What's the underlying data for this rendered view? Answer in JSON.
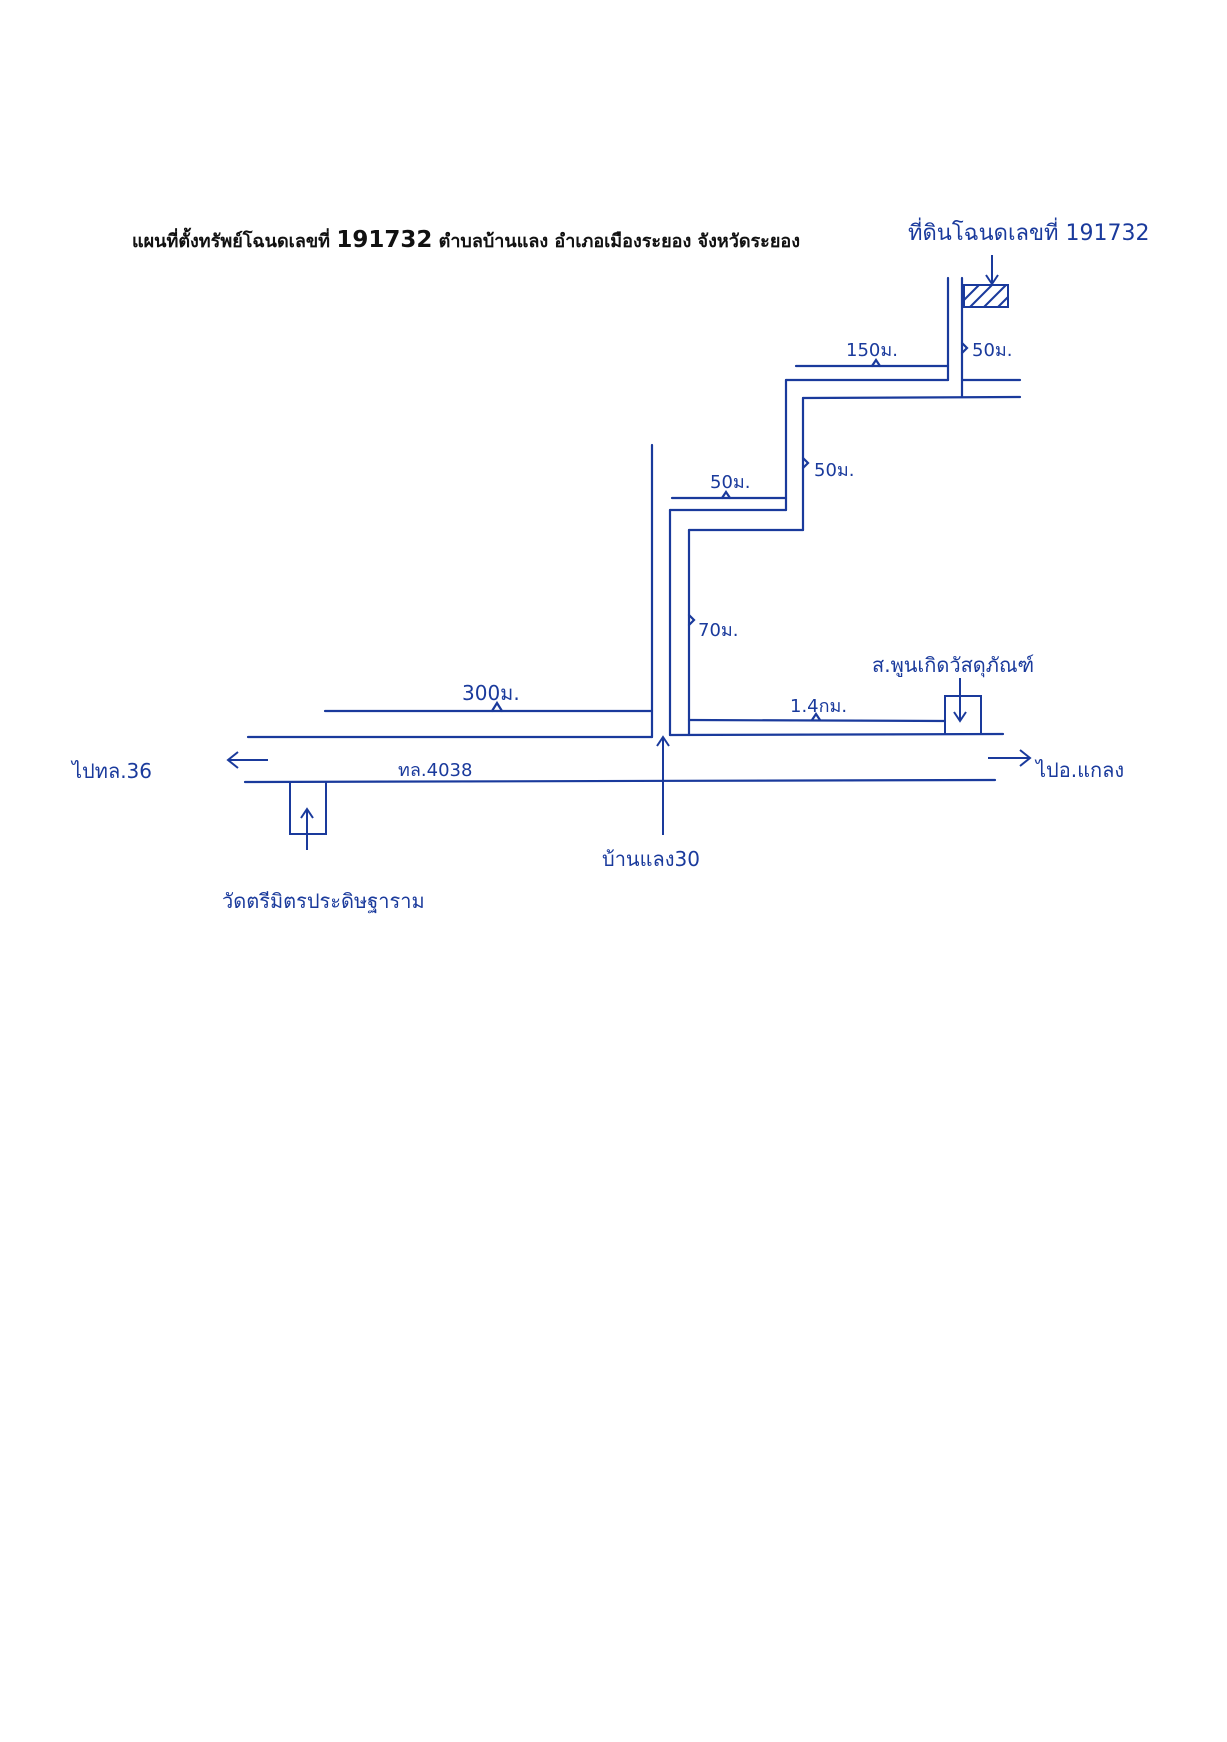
{
  "title": {
    "prefix": "แผนที่ตั้งทรัพย์โฉนดเลขที่",
    "deed_number": "191732",
    "suffix": "ตำบลบ้านแลง อำเภอเมืองระยอง จังหวัดระยอง"
  },
  "annotations": {
    "property_label": "ที่ดินโฉนดเลขที่ 191732",
    "seg_150": "150ม.",
    "seg_50_top": "50ม.",
    "seg_50_mid_h": "50ม.",
    "seg_50_mid_v": "50ม.",
    "seg_70": "70ม.",
    "seg_300": "300ม.",
    "seg_1_4km": "1.4กม.",
    "shop_label": "ส.พูนเกิดวัสดุภัณฑ์",
    "road_label": "ทล.4038",
    "left_dest": "ไปทล.36",
    "right_dest": "ไปอ.แกลง",
    "junction_label": "บ้านแลง30",
    "temple_label": "วัดตรีมิตรประดิษฐาราม"
  },
  "colors": {
    "ink": "#1a3a9c",
    "title": "#111111"
  }
}
